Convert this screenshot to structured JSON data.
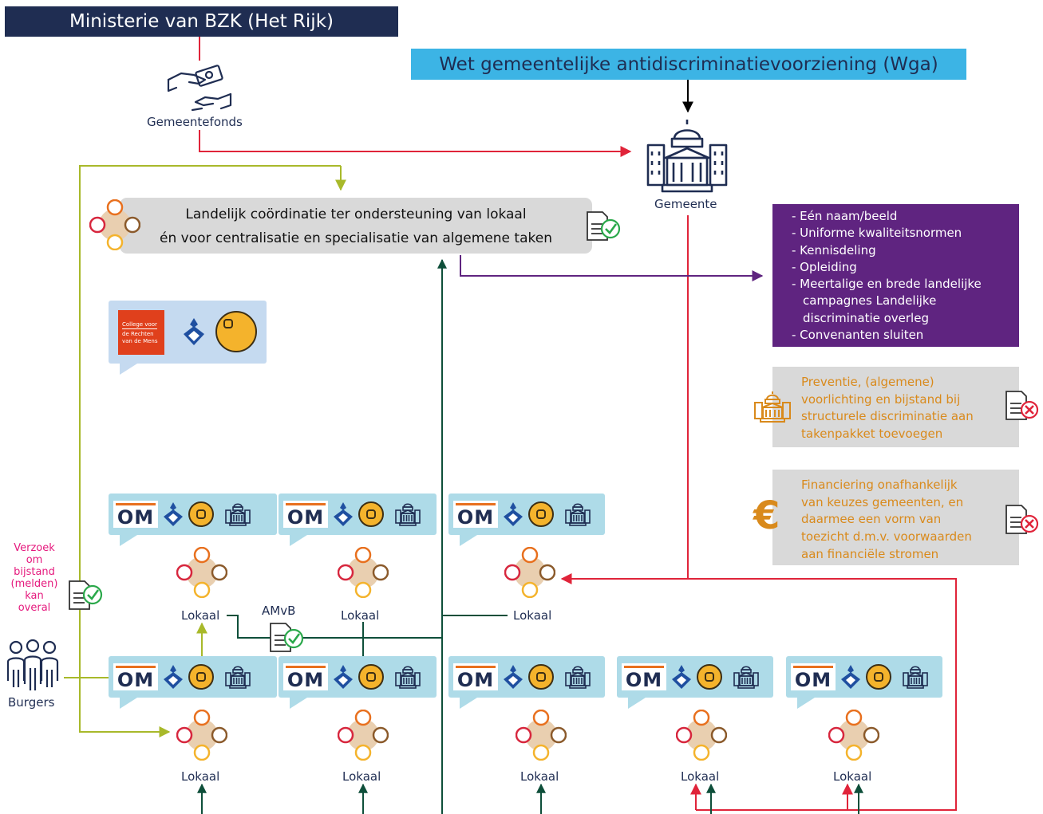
{
  "ministry": {
    "title": "Ministerie van BZK (Het Rijk)"
  },
  "gemeentefonds": {
    "label": "Gemeentefonds"
  },
  "wga": {
    "title": "Wet gemeentelijke antidiscriminatievoorziening (Wga)"
  },
  "gemeente": {
    "label": "Gemeente"
  },
  "landelijk": {
    "line1": "Landelijk coördinatie ter ondersteuning van lokaal",
    "line2": "én voor centralisatie en specialisatie van algemene taken"
  },
  "tasks": [
    {
      "text": "- Eén naam/beeld",
      "cont": false
    },
    {
      "text": "- Uniforme kwaliteitsnormen",
      "cont": false
    },
    {
      "text": "- Kennisdeling",
      "cont": false
    },
    {
      "text": "- Opleiding",
      "cont": false
    },
    {
      "text": "- Meertalige en brede landelijke",
      "cont": false
    },
    {
      "text": "campagnes Landelijke",
      "cont": true
    },
    {
      "text": "discriminatie overleg",
      "cont": true
    },
    {
      "text": "- Convenanten sluiten",
      "cont": false
    }
  ],
  "preventie": {
    "lines": [
      "Preventie, (algemene)",
      "voorlichting en bijstand bij",
      "structurele discriminatie aan",
      "takenpakket toevoegen"
    ],
    "icon": "building-icon",
    "status": "rejected"
  },
  "financiering": {
    "lines": [
      "Financiering onafhankelijk",
      "van keuzes gemeenten, en",
      "daarmee een vorm van",
      "toezicht d.m.v. voorwaarden",
      "aan financiële stromen"
    ],
    "icon": "euro-icon",
    "symbol": "€",
    "status": "rejected"
  },
  "crm": {
    "lines": [
      "College voor",
      "de Rechten",
      "van de Mens"
    ]
  },
  "om_label": "OM",
  "lokaal_label": "Lokaal",
  "amvb": {
    "label": "AMvB"
  },
  "verzoek": {
    "lines": [
      "Verzoek",
      "om",
      "bijstand",
      "(melden)",
      "kan",
      "overal"
    ]
  },
  "burgers": {
    "label": "Burgers"
  },
  "colors": {
    "navy": "#1f2d52",
    "wga_blue": "#3cb4e5",
    "purple": "#5f2480",
    "red": "#e0243a",
    "green": "#0e4f3a",
    "lime": "#a8b92a",
    "pink": "#e5197d",
    "orange": "#d98a1c",
    "approved": "#2aa84a",
    "rejected": "#e0243a"
  }
}
